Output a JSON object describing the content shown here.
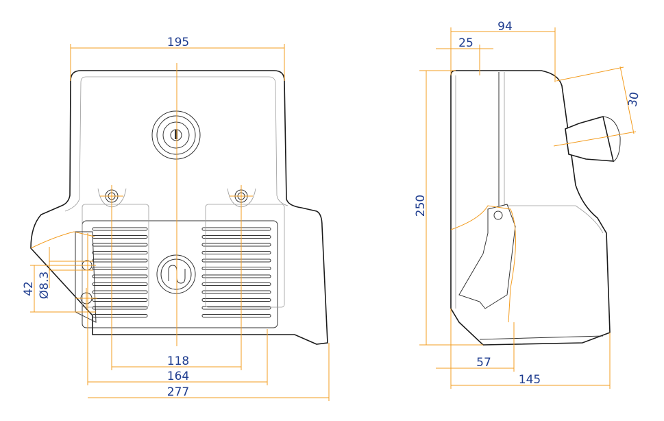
{
  "colors": {
    "dimension_line": "#f39c1f",
    "dimension_text": "#1f3d8f",
    "outline": "#1a1a1a"
  },
  "front_view": {
    "dims": {
      "width_top": "195",
      "hole_spacing": "118",
      "mount_width": "164",
      "overall_width": "277",
      "hole_vertical": "42",
      "hole_diameter": "Ø8.3"
    }
  },
  "side_view": {
    "dims": {
      "depth_top": "94",
      "cap_depth": "25",
      "knob_size": "30",
      "height": "250",
      "pedal_depth": "57",
      "overall_depth": "145"
    }
  }
}
